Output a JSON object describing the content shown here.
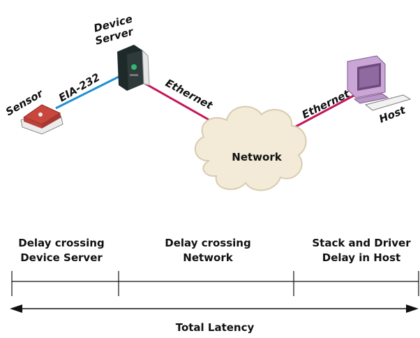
{
  "labels": {
    "device_server": [
      "Device",
      "Server"
    ],
    "sensor": "Sensor",
    "eia232": "EIA-232",
    "ethernet_left": "Ethernet",
    "ethernet_right": "Ethernet",
    "host": "Host",
    "network": "Network"
  },
  "segments": [
    {
      "line1": "Delay crossing",
      "line2": "Device Server"
    },
    {
      "line1": "Delay crossing",
      "line2": "Network"
    },
    {
      "line1": "Stack and Driver",
      "line2": "Delay in Host"
    }
  ],
  "total_latency": "Total Latency",
  "colors": {
    "ethernet_line": "#c2185b",
    "serial_line": "#1f8fd0",
    "cloud_fill": "#f3ead8",
    "cloud_stroke": "#d8cbb0",
    "sensor_red": "#c9463d"
  },
  "icons": [
    "sensor-icon",
    "device-server-icon",
    "host-computer-icon",
    "network-cloud-icon"
  ]
}
